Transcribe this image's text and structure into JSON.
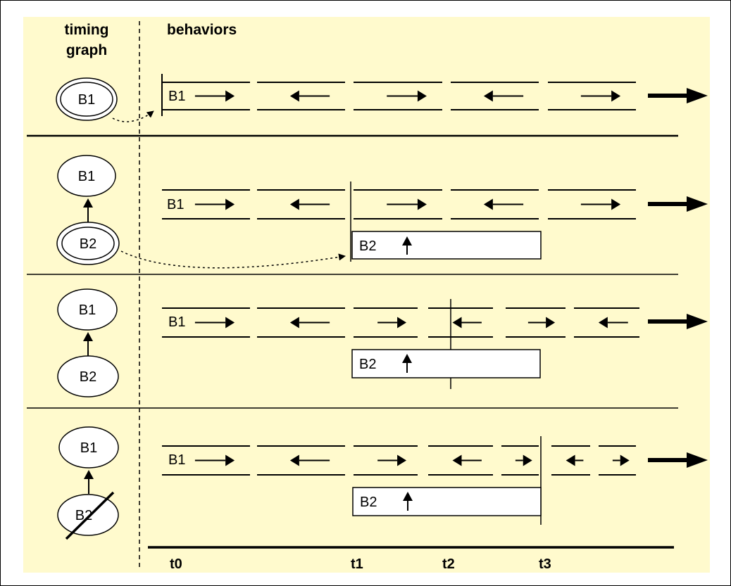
{
  "headers": {
    "timing_line1": "timing",
    "timing_line2": "graph",
    "behaviors": "behaviors"
  },
  "nodes": {
    "b1": "B1",
    "b2": "B2"
  },
  "time_labels": [
    "t0",
    "t1",
    "t2",
    "t3"
  ],
  "colors": {
    "background": "#FFFACD",
    "line": "#000000"
  }
}
